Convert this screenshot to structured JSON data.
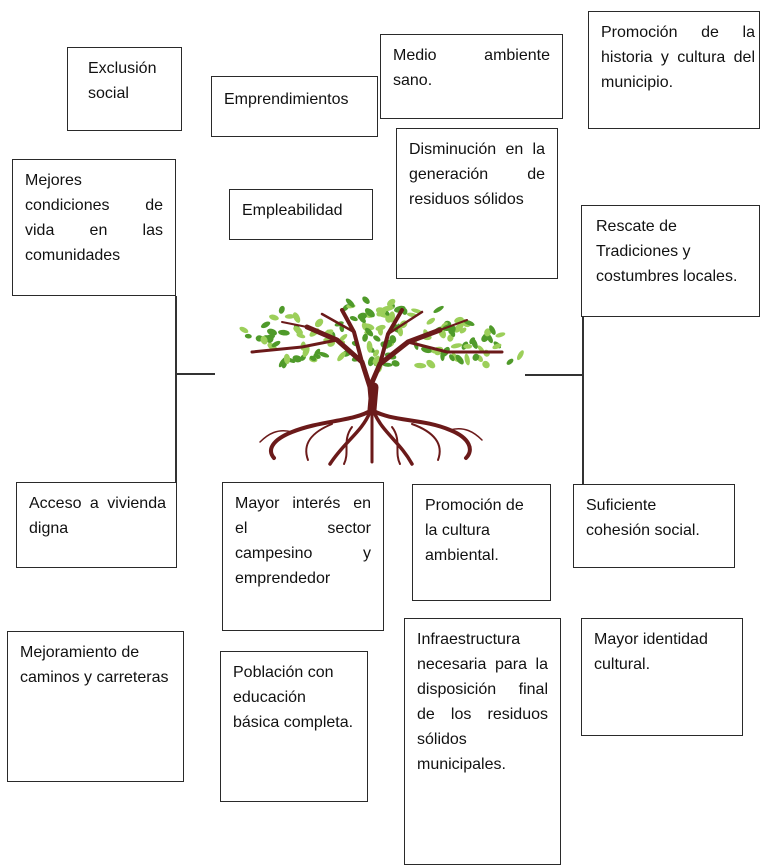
{
  "boxes": {
    "exclusion_social": "Exclusión social",
    "emprendimientos": "Emprendimientos",
    "medio_ambiente": "Medio ambiente sano.",
    "promocion_historia": "Promoción de la historia y cultura del municipio.",
    "mejores_condiciones": "Mejores condiciones de vida en las comunidades",
    "empleabilidad": "Empleabilidad",
    "disminucion_residuos": "Disminución en la generación de residuos sólidos",
    "rescate_tradiciones": "Rescate de Tradiciones y costumbres locales.",
    "acceso_vivienda": "Acceso a vivienda digna",
    "mayor_interes": "Mayor interés en el sector campesino y emprendedor",
    "promocion_cultura_ambiental": "Promoción de la cultura ambiental.",
    "suficiente_cohesion": "Suficiente cohesión social.",
    "mejoramiento_caminos": "Mejoramiento de caminos y carreteras",
    "poblacion_educacion": "Población con educación básica completa.",
    "infraestructura": "Infraestructura necesaria para la disposición final de los residuos sólidos municipales.",
    "mayor_identidad": "Mayor identidad cultural."
  },
  "colors": {
    "trunk": "#6b1a1a",
    "leaf_light": "#9ccf5a",
    "leaf_dark": "#4f9a2a",
    "border": "#2a2a2a"
  },
  "icons": {
    "center_image": "tree-icon"
  }
}
